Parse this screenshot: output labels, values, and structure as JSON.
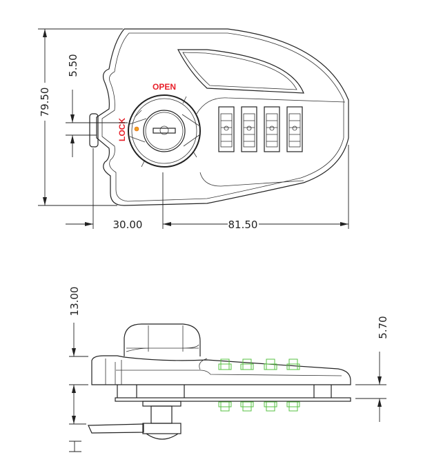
{
  "top_view": {
    "labels": {
      "open": "OPEN",
      "lock": "LOCK"
    },
    "dimensions": {
      "height": "79.50",
      "offset": "5.50",
      "left": "30.00",
      "right": "81.50"
    }
  },
  "side_view": {
    "dimensions": {
      "left": "13.00",
      "right": "5.70"
    }
  },
  "colors": {
    "label_red": "#e8202a",
    "indicator": "#f0a020",
    "buttons_green": "#55c040"
  }
}
